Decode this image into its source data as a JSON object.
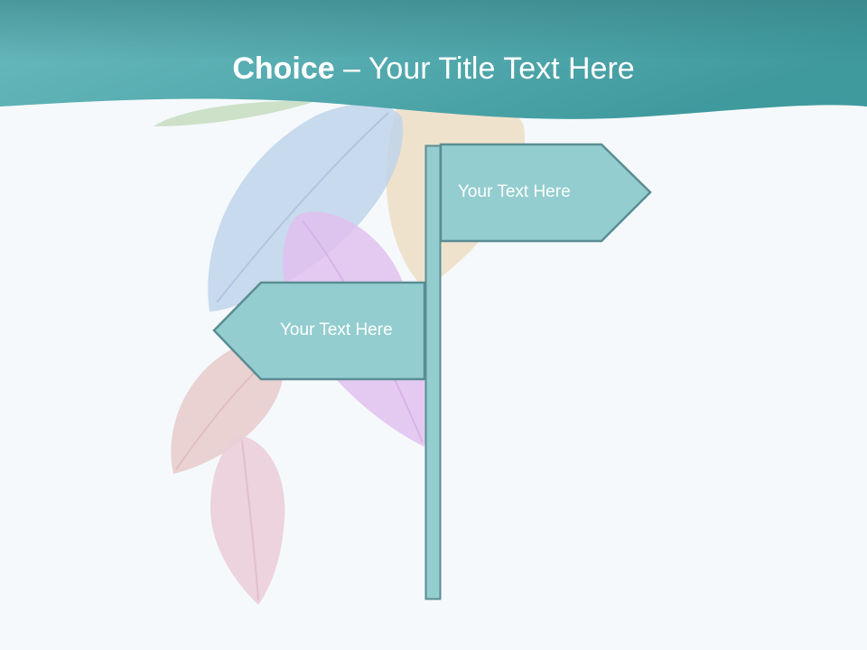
{
  "slide": {
    "title_bold": "Choice",
    "title_rest": " – Your Title Text Here",
    "sign_right_text": "Your Text Here",
    "sign_left_text": "Your Text Here"
  },
  "colors": {
    "header_teal": "#4fa8ad",
    "sign_fill": "#93cdcf",
    "sign_stroke": "#5a8d93",
    "background": "#f5f9fb"
  }
}
